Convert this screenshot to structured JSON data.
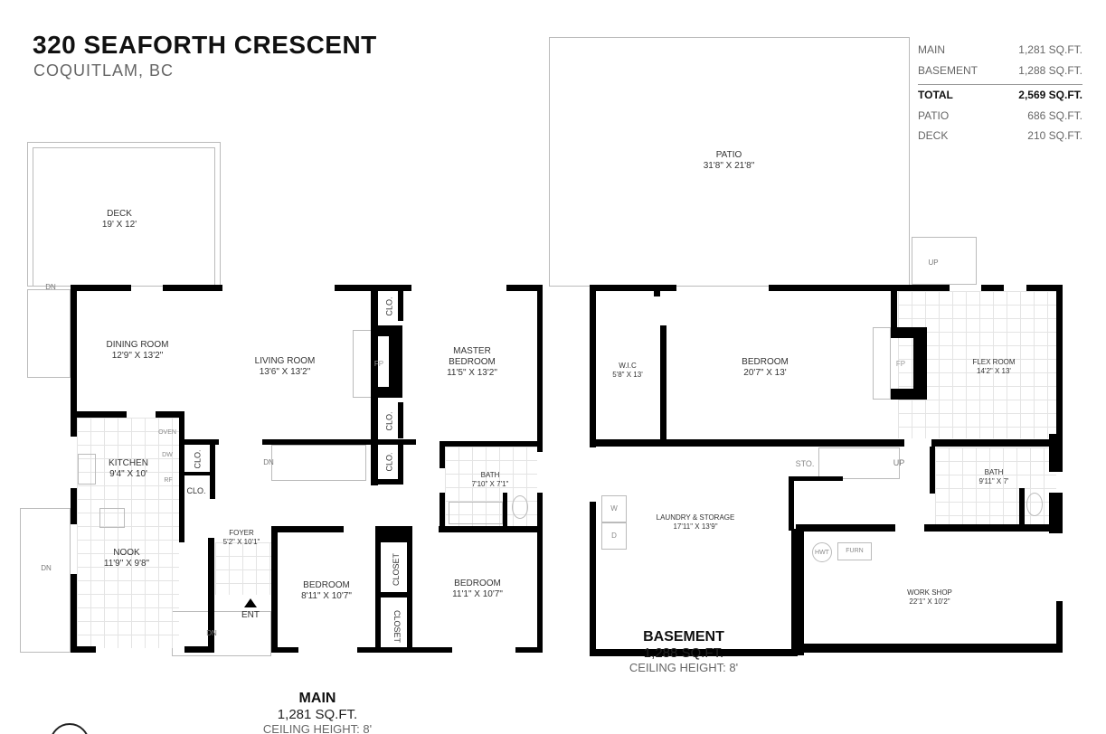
{
  "header": {
    "title": "320 SEAFORTH CRESCENT",
    "subtitle": "COQUITLAM, BC"
  },
  "summary": [
    {
      "label": "MAIN",
      "value": "1,281 SQ.FT."
    },
    {
      "label": "BASEMENT",
      "value": "1,288 SQ.FT."
    },
    {
      "label": "TOTAL",
      "value": "2,569 SQ.FT.",
      "total": true
    },
    {
      "label": "PATIO",
      "value": "686 SQ.FT."
    },
    {
      "label": "DECK",
      "value": "210 SQ.FT."
    }
  ],
  "main": {
    "name": "MAIN",
    "area": "1,281 SQ.FT.",
    "ceiling": "CEILING HEIGHT: 8'",
    "rooms": {
      "deck": {
        "name": "DECK",
        "dim": "19' X 12'"
      },
      "dining": {
        "name": "DINING ROOM",
        "dim": "12'9\" X 13'2\""
      },
      "living": {
        "name": "LIVING ROOM",
        "dim": "13'6\" X 13'2\""
      },
      "master": {
        "name": "MASTER",
        "name2": "BEDROOM",
        "dim": "11'5\" X 13'2\""
      },
      "kitchen": {
        "name": "KITCHEN",
        "dim": "9'4\" X 10'"
      },
      "nook": {
        "name": "NOOK",
        "dim": "11'9\" X 9'8\""
      },
      "foyer": {
        "name": "FOYER",
        "dim": "5'2\" X 10'1\""
      },
      "bath": {
        "name": "BATH",
        "dim": "7'10\" X 7'1\""
      },
      "bedroom1": {
        "name": "BEDROOM",
        "dim": "8'11\" X 10'7\""
      },
      "bedroom2": {
        "name": "BEDROOM",
        "dim": "11'1\" X 10'7\""
      }
    },
    "labels": {
      "clo": "CLO.",
      "closet": "CLOSET",
      "fp": "FP",
      "dn": "DN",
      "ent": "ENT",
      "oven": "OVEN",
      "dw": "DW",
      "rf": "RF"
    }
  },
  "basement": {
    "name": "BASEMENT",
    "area": "1,288 SQ.FT.",
    "ceiling": "CEILING HEIGHT: 8'",
    "rooms": {
      "patio": {
        "name": "PATIO",
        "dim": "31'8\" X 21'8\""
      },
      "wic": {
        "name": "W.I.C",
        "dim": "5'8\" X 13'"
      },
      "bedroom": {
        "name": "BEDROOM",
        "dim": "20'7\" X 13'"
      },
      "flex": {
        "name": "FLEX ROOM",
        "dim": "14'2\" X 13'"
      },
      "laundry": {
        "name": "LAUNDRY & STORAGE",
        "dim": "17'11\" X 13'9\""
      },
      "bath": {
        "name": "BATH",
        "dim": "9'11\" X 7'"
      },
      "workshop": {
        "name": "WORK SHOP",
        "dim": "22'1\" X 10'2\""
      }
    },
    "labels": {
      "sto": "STO.",
      "up": "UP",
      "fp": "FP",
      "w": "W",
      "d": "D",
      "hwt": "HWT",
      "furn": "FURN"
    }
  }
}
